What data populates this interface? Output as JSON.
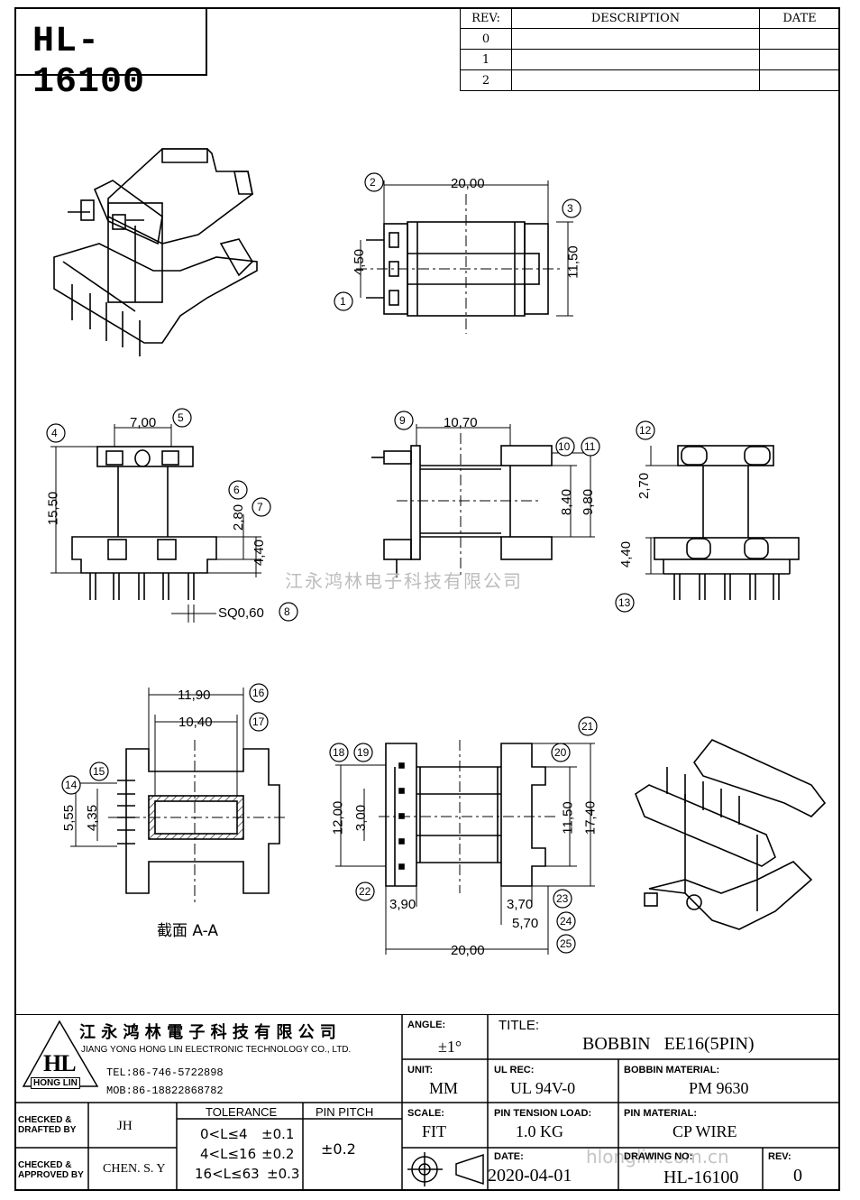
{
  "part_number": "HL-16100",
  "rev_table": {
    "headers": [
      "REV:",
      "DESCRIPTION",
      "DATE"
    ],
    "rows": [
      "0",
      "1",
      "2"
    ]
  },
  "dimensions": {
    "d1": "20,00",
    "d2": "4,50",
    "d3": "11,50",
    "d4": "7,00",
    "d5": "15,50",
    "d6": "2,80",
    "d7": "4,40",
    "d8": "SQ0,60",
    "d9": "10,70",
    "d10": "8,40",
    "d11": "9,80",
    "d12": "2,70",
    "d13": "4,40",
    "d14": "11,90",
    "d15": "10,40",
    "d16": "5,55",
    "d17": "4,35",
    "d18": "12,00",
    "d19": "3,00",
    "d20": "11,50",
    "d21": "17,40",
    "d22": "3,90",
    "d23": "3,70",
    "d24": "5,70",
    "d25": "20,00"
  },
  "callouts": [
    "1",
    "2",
    "3",
    "4",
    "5",
    "6",
    "7",
    "8",
    "9",
    "10",
    "11",
    "12",
    "13",
    "14",
    "15",
    "16",
    "17",
    "18",
    "19",
    "20",
    "21",
    "22",
    "23",
    "24",
    "25"
  ],
  "section_label": "截面  A-A",
  "watermark": "江永鸿林电子科技有限公司",
  "watermark_url": "hlonglin.com.cn",
  "company": {
    "name_cn": "江 永 鸿 林 電 子 科 技 有 限 公 司",
    "name_en": "JIANG YONG HONG LIN ELECTRONIC TECHNOLOGY CO., LTD.",
    "tel": "TEL:86-746-5722898",
    "mob": "MOB:86-18822868782",
    "logo_text": "HL",
    "logo_sub": "HONG LIN"
  },
  "title_block": {
    "angle_label": "ANGLE:",
    "angle_value": "±1°",
    "title_label": "TITLE:",
    "title_value": "BOBBIN   EE16(5PIN)",
    "unit_label": "UNIT:",
    "unit_value": "MM",
    "ulrec_label": "UL REC:",
    "ulrec_value": "UL 94V-0",
    "material_label": "BOBBIN MATERIAL:",
    "material_value": "PM 9630",
    "scale_label": "SCALE:",
    "scale_value": "FIT",
    "tension_label": "PIN TENSION LOAD:",
    "tension_value": "1.0 KG",
    "pinmat_label": "PIN MATERIAL:",
    "pinmat_value": "CP WIRE",
    "date_label": "DATE:",
    "date_value": "2020-04-01",
    "drawing_label": "DRAWING NO:",
    "drawing_value": "HL-16100",
    "rev_label": "REV:",
    "rev_value": "0",
    "checked_drafted_label": "CHECKED & DRAFTED BY",
    "checked_drafted_value": "JH",
    "checked_approved_label": "CHECKED & APPROVED BY",
    "checked_approved_value": "CHEN. S. Y",
    "tolerance_label": "TOLERANCE",
    "tolerance_rows": [
      {
        "range": "0<L≤4",
        "tol": "±0.1"
      },
      {
        "range": "4<L≤16",
        "tol": "±0.2"
      },
      {
        "range": "16<L≤63",
        "tol": "±0.3"
      }
    ],
    "pitch_label": "PIN PITCH",
    "pitch_value": "±0.2"
  }
}
